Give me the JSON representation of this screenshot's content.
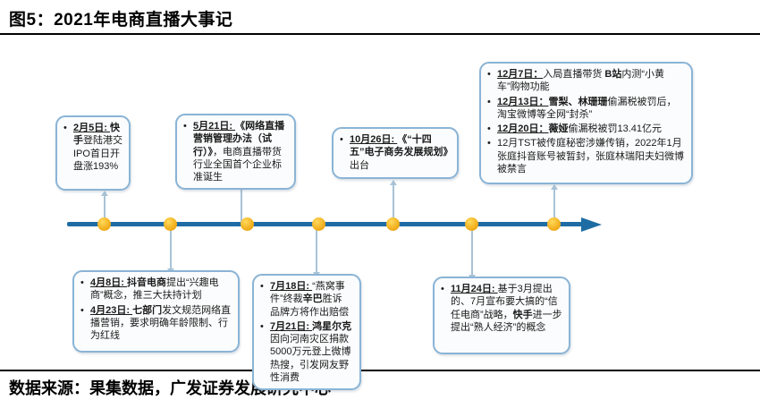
{
  "header": {
    "title": "图5：2021年电商直播大事记"
  },
  "footer": {
    "source": "数据来源：果集数据，广发证券发展研究中心"
  },
  "colors": {
    "timeline_line": "#1E6CA4",
    "timeline_dot": "#F2AF1D",
    "box_border": "#8AB4D6",
    "box_background": "#FBFCFD",
    "connector": "#A9C3D6",
    "title_text": "#000000",
    "event_text": "#1A1A1A"
  },
  "timeline": {
    "dot_count": 7,
    "direction": "left-to-right"
  },
  "boxes": [
    {
      "id": "feb5",
      "position": "above",
      "items": [
        {
          "runs": [
            {
              "t": "2月5日: ",
              "b": true,
              "u": true
            },
            {
              "t": "快手",
              "b": true
            },
            {
              "t": "登陆港交IPO首日开盘涨193%"
            }
          ]
        }
      ]
    },
    {
      "id": "may21",
      "position": "above",
      "items": [
        {
          "runs": [
            {
              "t": "5月21日: ",
              "b": true,
              "u": true
            },
            {
              "t": "《网络直播营销管理办法（试行）》",
              "b": true
            },
            {
              "t": "，电商直播带货行业全国首个企业标准诞生"
            }
          ]
        }
      ]
    },
    {
      "id": "oct26",
      "position": "above",
      "items": [
        {
          "runs": [
            {
              "t": "10月26日: ",
              "b": true,
              "u": true
            },
            {
              "t": "《“十四五”电子商务发展规划》",
              "b": true
            },
            {
              "t": "出台"
            }
          ]
        }
      ]
    },
    {
      "id": "december",
      "position": "above",
      "items": [
        {
          "runs": [
            {
              "t": "12月7日：",
              "b": true,
              "u": true
            },
            {
              "t": "入局直播带货 "
            },
            {
              "t": "B站",
              "b": true
            },
            {
              "t": "内测“小黄车”购物功能"
            }
          ]
        },
        {
          "runs": [
            {
              "t": "12月13日：",
              "b": true,
              "u": true
            },
            {
              "t": "雪梨、林珊珊",
              "b": true
            },
            {
              "t": "偷漏税被罚后，淘宝微博等全网“封杀”"
            }
          ]
        },
        {
          "runs": [
            {
              "t": "12月20日：",
              "b": true,
              "u": true
            },
            {
              "t": "薇娅",
              "b": true
            },
            {
              "t": "偷漏税被罚13.41亿元"
            }
          ]
        },
        {
          "runs": [
            {
              "t": "12月TST被传庭秘密涉嫌传销，2022年1月张庭抖音账号被暂封，张庭林瑞阳夫妇微博被禁言"
            }
          ]
        }
      ]
    },
    {
      "id": "april",
      "position": "below",
      "items": [
        {
          "runs": [
            {
              "t": "4月8日: ",
              "b": true,
              "u": true
            },
            {
              "t": "抖音电商",
              "b": true
            },
            {
              "t": "提出“兴趣电商”概念，推三大扶持计划"
            }
          ]
        },
        {
          "runs": [
            {
              "t": "4月23日: ",
              "b": true,
              "u": true
            },
            {
              "t": "七部门",
              "b": true
            },
            {
              "t": "发文规范网络直播营销，要求明确年龄限制、行为红线"
            }
          ]
        }
      ]
    },
    {
      "id": "july",
      "position": "below",
      "items": [
        {
          "runs": [
            {
              "t": "7月18日: ",
              "b": true,
              "u": true
            },
            {
              "t": "“燕窝事件”终裁"
            },
            {
              "t": "辛巴",
              "b": true
            },
            {
              "t": "胜诉 品牌方将作出赔偿"
            }
          ]
        },
        {
          "runs": [
            {
              "t": "7月21日: ",
              "b": true,
              "u": true
            },
            {
              "t": "鸿星尔克",
              "b": true
            },
            {
              "t": "因向河南灾区捐款5000万元登上微博热搜，引发网友野性消费"
            }
          ]
        }
      ]
    },
    {
      "id": "nov24",
      "position": "below",
      "items": [
        {
          "runs": [
            {
              "t": "11月24日: ",
              "b": true,
              "u": true
            },
            {
              "t": "基于3月提出的、7月宣布要大搞的“信任电商”战略，"
            },
            {
              "t": "快手",
              "b": true
            },
            {
              "t": "进一步提出“熟人经济”的概念"
            }
          ]
        }
      ]
    }
  ]
}
